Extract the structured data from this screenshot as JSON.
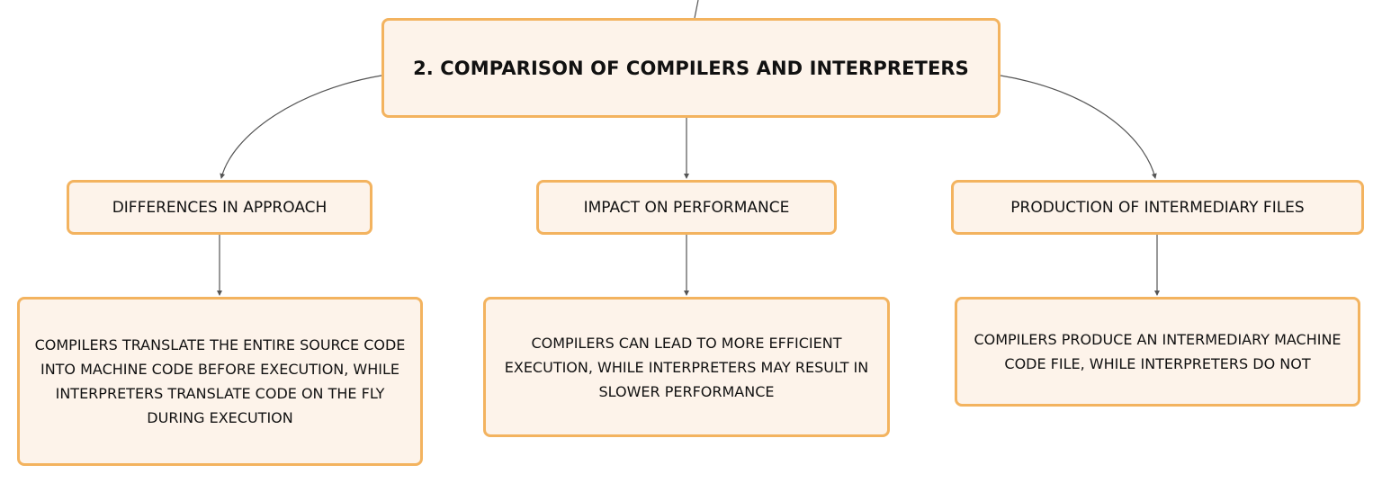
{
  "root": {
    "label": "2. COMPARISON OF COMPILERS AND INTERPRETERS"
  },
  "branches": [
    {
      "label": "DIFFERENCES IN APPROACH",
      "detail": "COMPILERS TRANSLATE THE ENTIRE SOURCE CODE INTO MACHINE CODE BEFORE EXECUTION, WHILE INTERPRETERS TRANSLATE CODE ON THE FLY DURING EXECUTION"
    },
    {
      "label": "IMPACT ON PERFORMANCE",
      "detail": "COMPILERS CAN LEAD TO MORE EFFICIENT EXECUTION, WHILE INTERPRETERS MAY RESULT IN SLOWER PERFORMANCE"
    },
    {
      "label": "PRODUCTION OF INTERMEDIARY FILES",
      "detail": "COMPILERS PRODUCE AN INTERMEDIARY MACHINE CODE FILE, WHILE INTERPRETERS DO NOT"
    }
  ],
  "colors": {
    "node_fill": "#fdf3ea",
    "node_border": "#f3b35f",
    "connector": "#555555"
  }
}
